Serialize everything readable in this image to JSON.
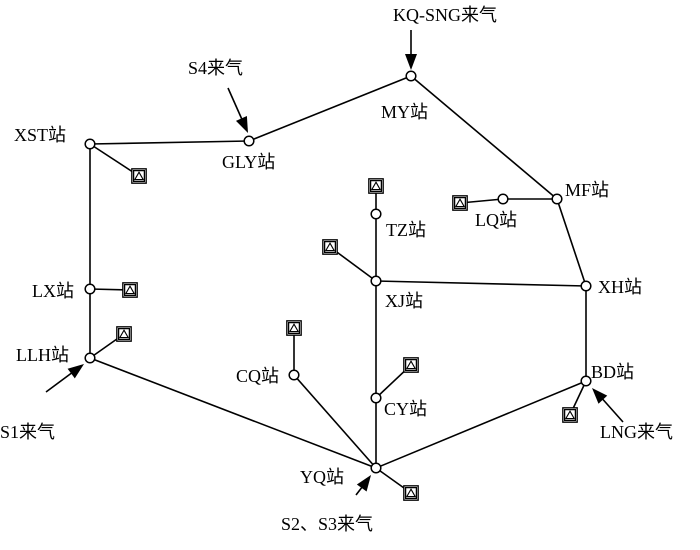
{
  "colors": {
    "line": "#000000",
    "background": "#ffffff"
  },
  "icons": {
    "station_symbol": "valve-station-icon"
  },
  "stations": [
    {
      "id": "xst",
      "label": "XST站"
    },
    {
      "id": "gly",
      "label": "GLY站"
    },
    {
      "id": "my",
      "label": "MY站"
    },
    {
      "id": "mf",
      "label": "MF站"
    },
    {
      "id": "lq",
      "label": "LQ站"
    },
    {
      "id": "xh",
      "label": "XH站"
    },
    {
      "id": "bd",
      "label": "BD站"
    },
    {
      "id": "tz",
      "label": "TZ站"
    },
    {
      "id": "xj",
      "label": "XJ站"
    },
    {
      "id": "cy",
      "label": "CY站"
    },
    {
      "id": "cq",
      "label": "CQ站"
    },
    {
      "id": "yq",
      "label": "YQ站"
    },
    {
      "id": "lx",
      "label": "LX站"
    },
    {
      "id": "llh",
      "label": "LLH站"
    }
  ],
  "supplies": [
    {
      "id": "kq",
      "label": "KQ-SNG来气",
      "to": "my"
    },
    {
      "id": "s4",
      "label": "S4来气",
      "to": "gly"
    },
    {
      "id": "s1",
      "label": "S1来气",
      "to": "llh"
    },
    {
      "id": "s23",
      "label": "S2、S3来气",
      "to": "yq"
    },
    {
      "id": "lng",
      "label": "LNG来气",
      "to": "bd"
    }
  ],
  "connections": [
    [
      "xst",
      "gly"
    ],
    [
      "gly",
      "my"
    ],
    [
      "my",
      "mf"
    ],
    [
      "mf",
      "lq"
    ],
    [
      "mf",
      "xh"
    ],
    [
      "xh",
      "xj"
    ],
    [
      "xh",
      "bd"
    ],
    [
      "bd",
      "yq"
    ],
    [
      "xj",
      "tz"
    ],
    [
      "xj",
      "cy"
    ],
    [
      "cy",
      "yq"
    ],
    [
      "cq",
      "yq"
    ],
    [
      "llh",
      "yq"
    ],
    [
      "xst",
      "lx"
    ],
    [
      "lx",
      "llh"
    ]
  ]
}
